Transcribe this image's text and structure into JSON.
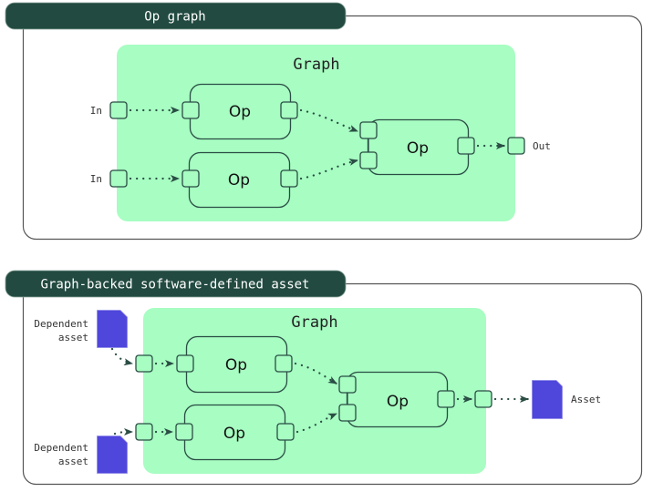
{
  "panels": [
    {
      "title": "Op graph",
      "graph_title": "Graph",
      "ops": [
        "Op",
        "Op",
        "Op"
      ],
      "inputs": [
        "In",
        "In"
      ],
      "output": "Out"
    },
    {
      "title": "Graph-backed software-defined asset",
      "graph_title": "Graph",
      "ops": [
        "Op",
        "Op",
        "Op"
      ],
      "inputs": [
        "Dependent asset",
        "Dependent asset"
      ],
      "input_lines": [
        [
          "Dependent",
          "asset"
        ],
        [
          "Dependent",
          "asset"
        ]
      ],
      "output": "Asset"
    }
  ],
  "colors": {
    "header_bg": "#224a40",
    "graph_bg": "#a7fdc2",
    "asset": "#4f46dc",
    "stroke": "#2a4d44"
  }
}
